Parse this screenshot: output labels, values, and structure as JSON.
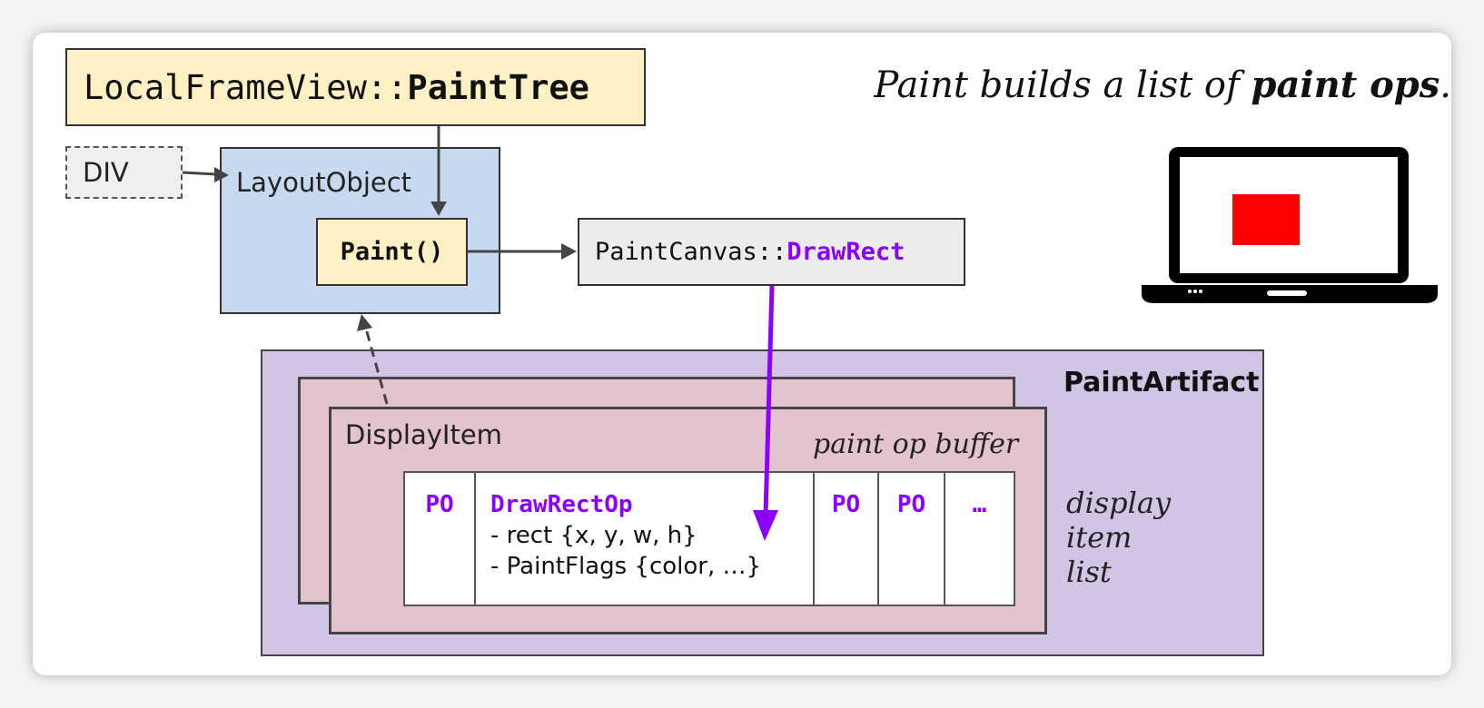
{
  "headline": {
    "prefix": "Paint builds a list of ",
    "bold": "paint ops",
    "suffix": "."
  },
  "paint_tree": {
    "prefix": "LocalFrameView::",
    "bold": "PaintTree"
  },
  "div_label": "DIV",
  "layout_object_label": "LayoutObject",
  "paint_fn_label": "Paint()",
  "paint_canvas": {
    "prefix": "PaintCanvas::",
    "method": "DrawRect"
  },
  "paint_artifact_label": "PaintArtifact",
  "display_item_label": "DisplayItem",
  "buffer_label": "paint op buffer",
  "display_item_list_label": [
    "display",
    "item",
    "list"
  ],
  "ops": {
    "po_1": "PO",
    "draw_rect_op": "DrawRectOp",
    "draw_rect_lines": [
      "- rect {x, y, w, h}",
      "- PaintFlags {color, …}"
    ],
    "po_2": "PO",
    "po_3": "PO",
    "ellipsis": "…"
  },
  "colors": {
    "accent": "#8b00ff",
    "paint_tree_fill": "#fdf0c4",
    "layout_fill": "#c6d9ef",
    "artifact_fill": "#d1c4e5",
    "display_item_fill": "#e4c3d1",
    "laptop_screen_rect": "#ff0000"
  },
  "icons": {
    "laptop": "laptop-icon"
  }
}
